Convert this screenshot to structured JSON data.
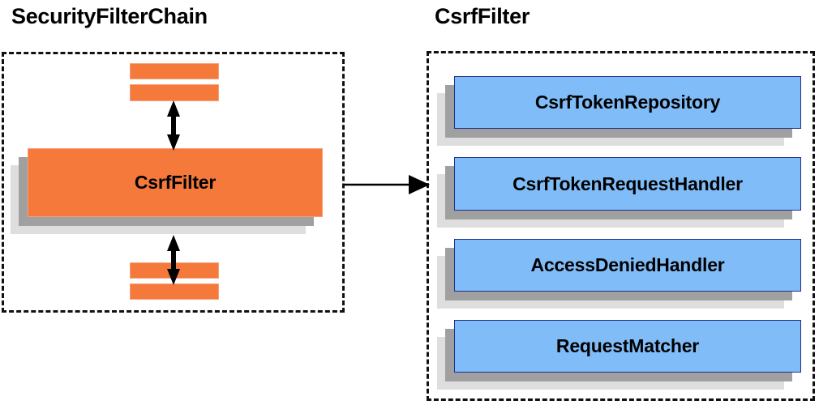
{
  "diagram": {
    "title_left": "SecurityFilterChain",
    "title_right": "CsrfFilter",
    "colors": {
      "orange_fill": "#F4793B",
      "orange_border": "#F4A07A",
      "blue_fill": "#80BDF8",
      "blue_border": "#20308C",
      "shadow_mid": "#A0A0A0",
      "shadow_back": "#DEDEDE",
      "dashed_border": "#111111",
      "arrow": "#000000"
    }
  },
  "left_panel": {
    "title": "SecurityFilterChain",
    "top_stubs": [
      {
        "name": "filter-stub-top-1"
      },
      {
        "name": "filter-stub-top-2"
      }
    ],
    "main_box": {
      "label": "CsrfFilter"
    },
    "bottom_stubs": [
      {
        "name": "filter-stub-bottom-1"
      },
      {
        "name": "filter-stub-bottom-2"
      }
    ],
    "connectors": [
      {
        "name": "double-arrow-above-csrffilter",
        "kind": "double-headed-vertical"
      },
      {
        "name": "double-arrow-below-csrffilter",
        "kind": "double-headed-vertical"
      }
    ]
  },
  "right_panel": {
    "title": "CsrfFilter",
    "collaborators": [
      {
        "label": "CsrfTokenRepository"
      },
      {
        "label": "CsrfTokenRequestHandler"
      },
      {
        "label": "AccessDeniedHandler"
      },
      {
        "label": "RequestMatcher"
      }
    ]
  },
  "cross_link": {
    "name": "csrffilter-expansion-arrow",
    "kind": "single-headed-horizontal",
    "from": "CsrfFilter",
    "to": "CsrfFilter detail panel"
  }
}
